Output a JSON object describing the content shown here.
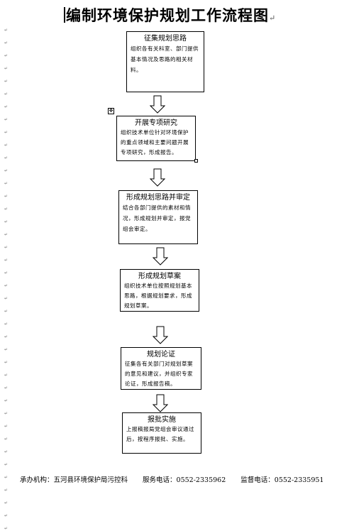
{
  "title": "编制环境保护规划工作流程图",
  "steps": [
    {
      "heading": "征集规划思路",
      "body": "组织各有关科室、部门提供基本情况及思路的相关材料。"
    },
    {
      "heading": "开展专项研究",
      "body": "组织技术单位针对环境保护的重点领域和主要问题开展专项研究，形成报告。"
    },
    {
      "heading": "形成规划思路并审定",
      "body": "结合各部门提供的素材和情况，形成规划并审定，报党组会审定。"
    },
    {
      "heading": "形成规划草案",
      "body": "组织技术单位按照规划基本思路，根据规划要求，形成规划草案。"
    },
    {
      "heading": "规划论证",
      "body": "征集各有关部门对规划草案的意见和建议，并组织专家论证，形成报告稿。"
    },
    {
      "heading": "报批实施",
      "body": "上报稿报局党组会审议通过后，按程序报批、实施。"
    }
  ],
  "footer": {
    "org": "承办机构：五河县环境保护局污控科",
    "service": "服务电话：0552-2335962",
    "supervise": "监督电话：0552-2335951"
  }
}
